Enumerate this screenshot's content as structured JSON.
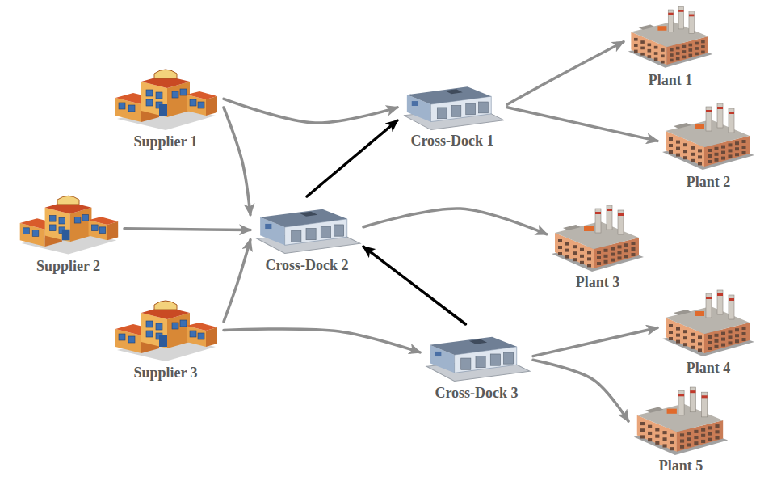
{
  "diagram": {
    "nodes": [
      {
        "text": [
          "Supplier 1"
        ]
      },
      {
        "text": [
          "Supplier 2"
        ]
      },
      {
        "text": [
          "Supplier 3"
        ]
      },
      {
        "text": [
          "Cross-Dock 1"
        ]
      },
      {
        "text": [
          "Cross-Dock 2"
        ]
      },
      {
        "text": [
          "Cross-Dock 3"
        ]
      },
      {
        "text": [
          "Plant 1"
        ]
      },
      {
        "text": [
          "Plant 2"
        ]
      },
      {
        "text": [
          "Plant 3"
        ]
      },
      {
        "text": [
          "Plant 4"
        ]
      },
      {
        "text": [
          "Plant 5"
        ]
      }
    ],
    "edges": [
      {
        "from": 0,
        "to": 3,
        "arrow": "to"
      },
      {
        "from": 0,
        "to": 4,
        "arrow": "to"
      },
      {
        "from": 1,
        "to": 4,
        "arrow": "to"
      },
      {
        "from": 2,
        "to": 4,
        "arrow": "to"
      },
      {
        "from": 2,
        "to": 5,
        "arrow": "to"
      },
      {
        "from": 3,
        "to": 6,
        "arrow": "to"
      },
      {
        "from": 3,
        "to": 7,
        "arrow": "to"
      },
      {
        "from": 4,
        "to": 8,
        "arrow": "to"
      },
      {
        "from": 4,
        "to": 3,
        "arrow": "to"
      },
      {
        "from": 5,
        "to": 4,
        "arrow": "to"
      },
      {
        "from": 5,
        "to": 9,
        "arrow": "to"
      },
      {
        "from": 5,
        "to": 10,
        "arrow": "to"
      }
    ]
  }
}
